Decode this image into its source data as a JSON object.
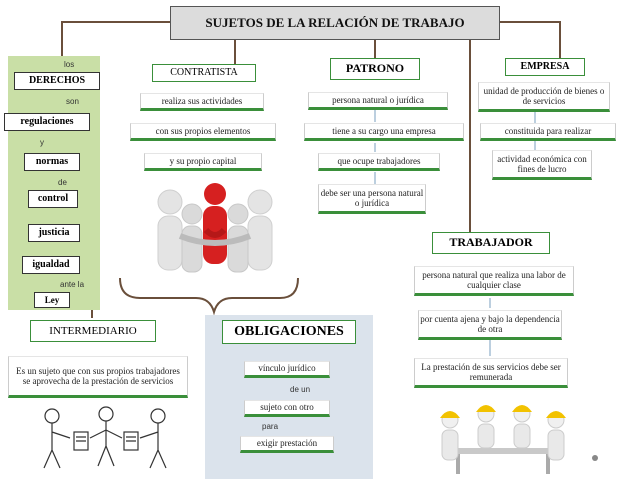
{
  "colors": {
    "green_bg": "#c9dfa6",
    "panel_bg": "#dbe3ec",
    "header_fill": "#dcdcdc",
    "accent_green": "#3a8f3a",
    "line_brown": "#6a4f3b"
  },
  "title": "SUJETOS DE LA RELACIÓN DE TRABAJO",
  "left": {
    "los": "los",
    "derechos": "DERECHOS",
    "son": "son",
    "regulaciones": "regulaciones",
    "y": "y",
    "normas": "normas",
    "de": "de",
    "control": "control",
    "justicia": "justicia",
    "igualdad": "igualdad",
    "ante_la": "ante la",
    "ley": "Ley"
  },
  "contratista": {
    "header": "CONTRATISTA",
    "items": [
      "realiza sus actividades",
      "con sus propios elementos",
      "y su propio capital"
    ]
  },
  "patrono": {
    "header": "PATRONO",
    "items": [
      "persona natural o jurídica",
      "tiene a su cargo una empresa",
      "que ocupe trabajadores",
      "debe ser una persona natural o jurídica"
    ]
  },
  "empresa": {
    "header": "EMPRESA",
    "items": [
      "unidad de producción de bienes o de servicios",
      "constituida para realizar",
      "actividad económica con fines de lucro"
    ]
  },
  "trabajador": {
    "header": "TRABAJADOR",
    "items": [
      "persona natural que realiza una labor de cualquier clase",
      "por cuenta ajena y bajo la dependencia de otra",
      "La prestación de sus servicios debe ser remunerada"
    ]
  },
  "intermediario": {
    "header": "INTERMEDIARIO",
    "items": [
      "Es un sujeto que con sus propios trabajadores se aprovecha de la prestación de servicios"
    ]
  },
  "obligaciones": {
    "header": "OBLIGACIONES",
    "items": [
      "vínculo jurídico",
      "sujeto con otro",
      "exigir prestación"
    ],
    "de_un": "de un",
    "para": "para"
  }
}
